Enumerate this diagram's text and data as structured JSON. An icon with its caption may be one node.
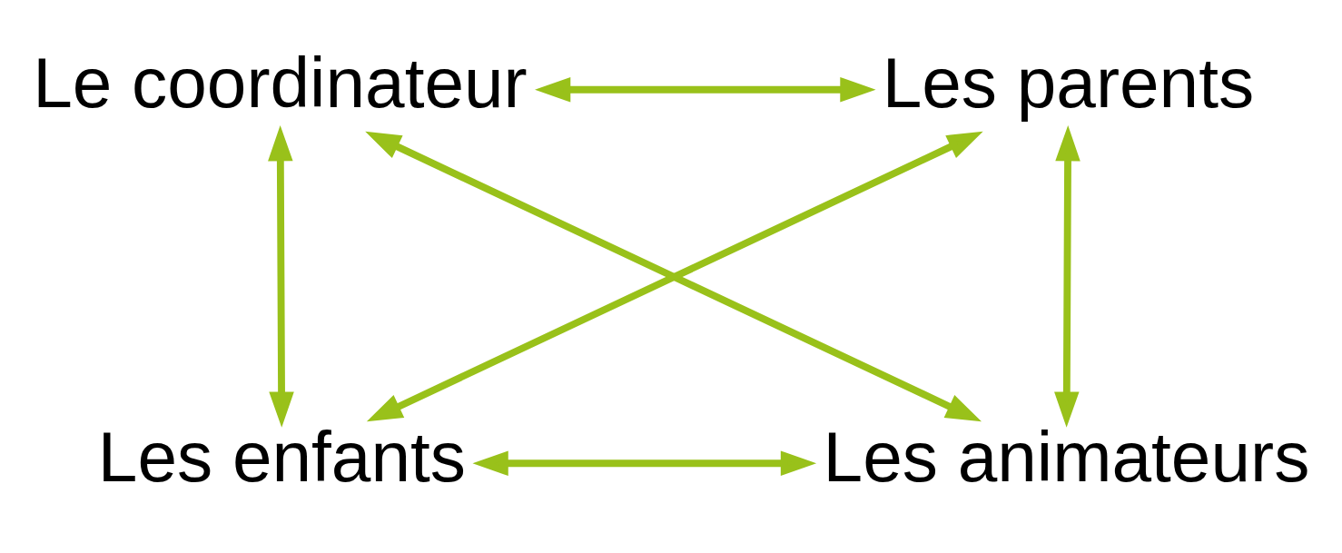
{
  "diagram": {
    "nodes": [
      {
        "text": [
          "Le coordinateur"
        ]
      },
      {
        "text": [
          "Les parents"
        ]
      },
      {
        "text": [
          "Les enfants"
        ]
      },
      {
        "text": [
          "Les animateurs"
        ]
      }
    ],
    "edges": [
      {
        "from": 0,
        "to": 1,
        "arrow": "both"
      },
      {
        "from": 0,
        "to": 2,
        "arrow": "both"
      },
      {
        "from": 0,
        "to": 3,
        "arrow": "both"
      },
      {
        "from": 1,
        "to": 2,
        "arrow": "both"
      },
      {
        "from": 1,
        "to": 3,
        "arrow": "both"
      },
      {
        "from": 2,
        "to": 3,
        "arrow": "both"
      }
    ]
  }
}
